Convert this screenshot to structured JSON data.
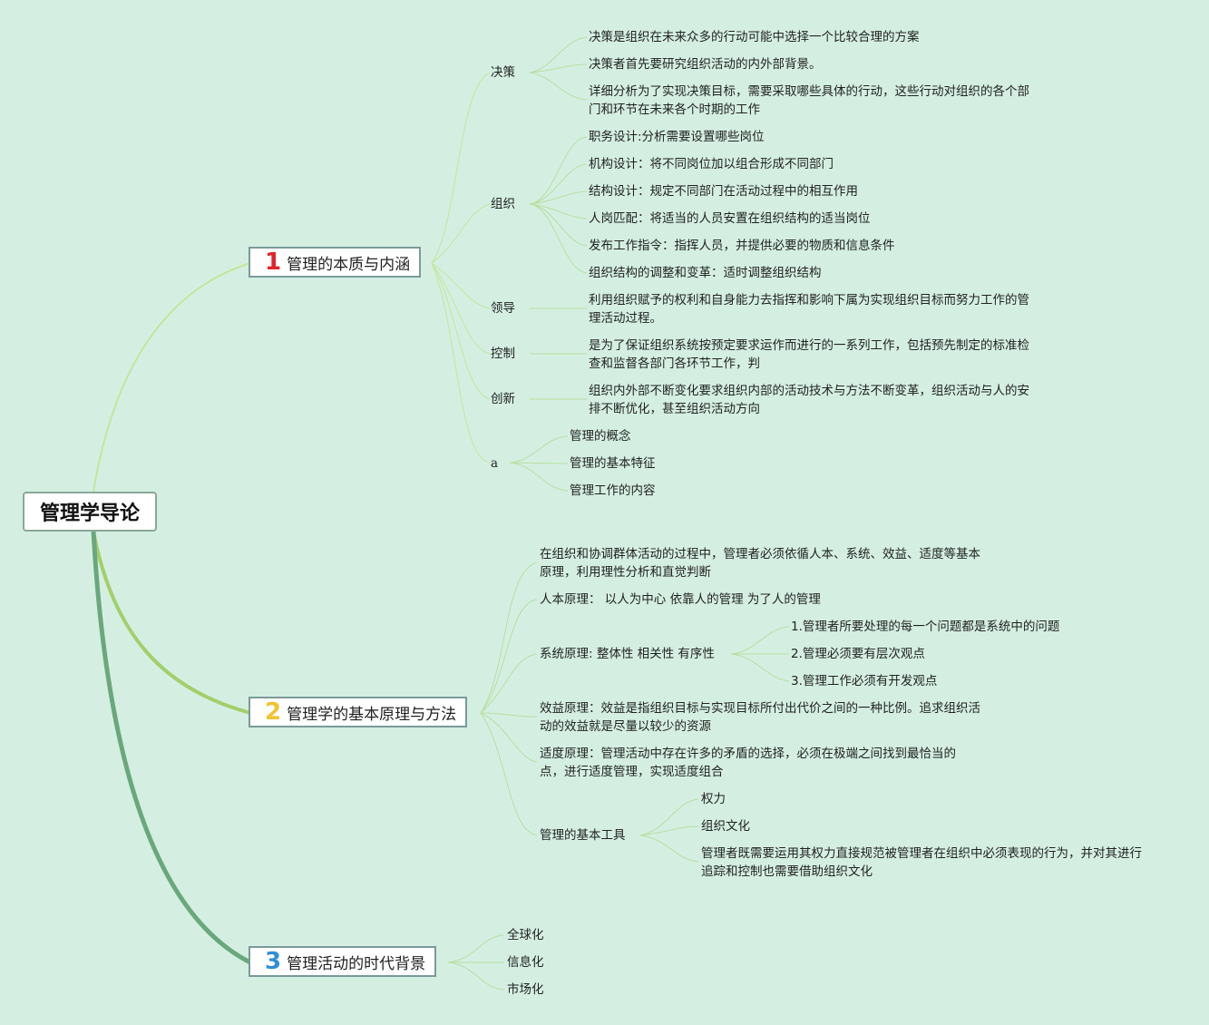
{
  "root": {
    "label": "管理学导论"
  },
  "branch1": {
    "number": "1",
    "number_color": "#e0242c",
    "label": "管理的本质与内涵",
    "jueCe": {
      "label": "决策",
      "items": [
        "决策是组织在未来众多的行动可能中选择一个比较合理的方案",
        "决策者首先要研究组织活动的内外部背景。",
        "详细分析为了实现决策目标，需要采取哪些具体的行动，这些行动对组织的各个部门和环节在未来各个时期的工作"
      ]
    },
    "zuZhi": {
      "label": "组织",
      "items": [
        "职务设计:分析需要设置哪些岗位",
        "机构设计：将不同岗位加以组合形成不同部门",
        "结构设计：规定不同部门在活动过程中的相互作用",
        "人岗匹配：将适当的人员安置在组织结构的适当岗位",
        "发布工作指令：指挥人员，并提供必要的物质和信息条件",
        "组织结构的调整和变革：适时调整组织结构"
      ]
    },
    "lingDao": {
      "label": "领导",
      "text": "利用组织赋予的权利和自身能力去指挥和影响下属为实现组织目标而努力工作的管理活动过程。"
    },
    "kongZhi": {
      "label": "控制",
      "text": "是为了保证组织系统按预定要求运作而进行的一系列工作，包括预先制定的标准检查和监督各部门各环节工作，判"
    },
    "chuangXin": {
      "label": "创新",
      "text": "组织内外部不断变化要求组织内部的活动技术与方法不断变革，组织活动与人的安排不断优化，甚至组织活动方向"
    },
    "a": {
      "label": "a",
      "items": [
        "管理的概念",
        "管理的基本特征",
        "管理工作的内容"
      ]
    }
  },
  "branch2": {
    "number": "2",
    "number_color": "#f2c230",
    "label": "管理学的基本原理与方法",
    "intro": "在组织和协调群体活动的过程中，管理者必须依循人本、系统、效益、适度等基本原理，利用理性分析和直觉判断",
    "renBen": "人本原理： 以人为中心 依靠人的管理 为了人的管理",
    "xiTong": {
      "label": "系统原理: 整体性 相关性 有序性",
      "items": [
        "1.管理者所要处理的每一个问题都是系统中的问题",
        "2.管理必须要有层次观点",
        "3.管理工作必须有开发观点"
      ]
    },
    "xiaoYi": "效益原理：效益是指组织目标与实现目标所付出代价之间的一种比例。追求组织活动的效益就是尽量以较少的资源",
    "shiDu": "适度原理：管理活动中存在许多的矛盾的选择，必须在极端之间找到最恰当的点，进行适度管理，实现适度组合",
    "gongJu": {
      "label": "管理的基本工具",
      "items": [
        "权力",
        "组织文化",
        "管理者既需要运用其权力直接规范被管理者在组织中必须表现的行为，并对其进行追踪和控制也需要借助组织文化"
      ]
    }
  },
  "branch3": {
    "number": "3",
    "number_color": "#2f8fd6",
    "label": "管理活动的时代背景",
    "items": [
      "全球化",
      "信息化",
      "市场化"
    ]
  },
  "colors": {
    "background": "#d4efe2",
    "line_branch1": "#c4e69a",
    "line_branch2": "#a3cf6a",
    "line_branch3": "#6aa87c",
    "line_leaf": "#b8df9e"
  }
}
